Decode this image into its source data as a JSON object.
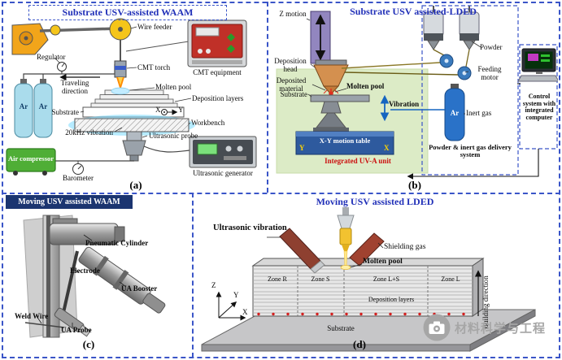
{
  "watermark": {
    "text": "材料科学与工程"
  },
  "panel_a": {
    "title": "Substrate USV-assisted WAAM",
    "tag": "(a)",
    "labels": {
      "wire_feeder": "Wire feeder",
      "regulator": "Regulator",
      "cmt_torch": "CMT torch",
      "cmt_equipment": "CMT equipment",
      "traveling_direction": "Traveling direction",
      "molten_pool": "Molten pool",
      "deposition_layers": "Deposition layers",
      "substrate": "Substrate",
      "workbench": "Workbench",
      "vibration_20khz": "20kHz vibration",
      "ultrasonic_probe": "Ultrasonic probe",
      "air_compressor": "Air compressor",
      "barometer": "Barometer",
      "ultrasonic_generator": "Ultrasonic generator",
      "gas_left": "Ar",
      "gas_right": "Ar",
      "axis_x": "X",
      "axis_y": "Y"
    }
  },
  "panel_b": {
    "title": "Substrate USV assisted-LDED",
    "tag": "(b)",
    "labels": {
      "z_motion": "Z motion",
      "deposition_head": "Deposition head",
      "deposited_material": "Deposited material",
      "substrate": "Substrate",
      "molten_pool": "Molten pool",
      "vibration": "Vibration",
      "powder": "Powder",
      "feeding_motor": "Feeding motor",
      "inert_gas": "Inert gas",
      "gas": "Ar",
      "motion_table": "X-Y motion table",
      "table_axis_y": "Y",
      "table_axis_x": "X",
      "uva_unit": "Integrated UV-A unit",
      "delivery_system": "Powder & inert gas delivery system",
      "control_system": "Control system with integrated computer"
    }
  },
  "panel_c": {
    "title": "Moving USV assisted WAAM",
    "tag": "(c)",
    "labels": {
      "pneumatic_cylinder": "Pneumatic Cylinder",
      "electrode": "Electrode",
      "ua_booster": "UA Booster",
      "weld_wire": "Weld Wire",
      "ua_probe": "UA Probe"
    }
  },
  "panel_d": {
    "title": "Moving USV assisted LDED",
    "tag": "(d)",
    "labels": {
      "ultrasonic_vibration": "Ultrasonic vibration",
      "shielding_gas": "Shielding gas",
      "molten_pool": "Molten pool",
      "zone_r": "Zone R",
      "zone_s": "Zone S",
      "zone_ls": "Zone L+S",
      "zone_l": "Zone L",
      "deposition_layers": "Deposition layers",
      "substrate": "Substrate",
      "building_direction": "Building direction",
      "axis_x": "X",
      "axis_y": "Y",
      "axis_z": "Z"
    }
  },
  "colors": {
    "panel_border": "#3a55c8",
    "title_blue": "#2130b8",
    "uva_red": "#cc1111",
    "green_bg": "#dcebc6"
  }
}
